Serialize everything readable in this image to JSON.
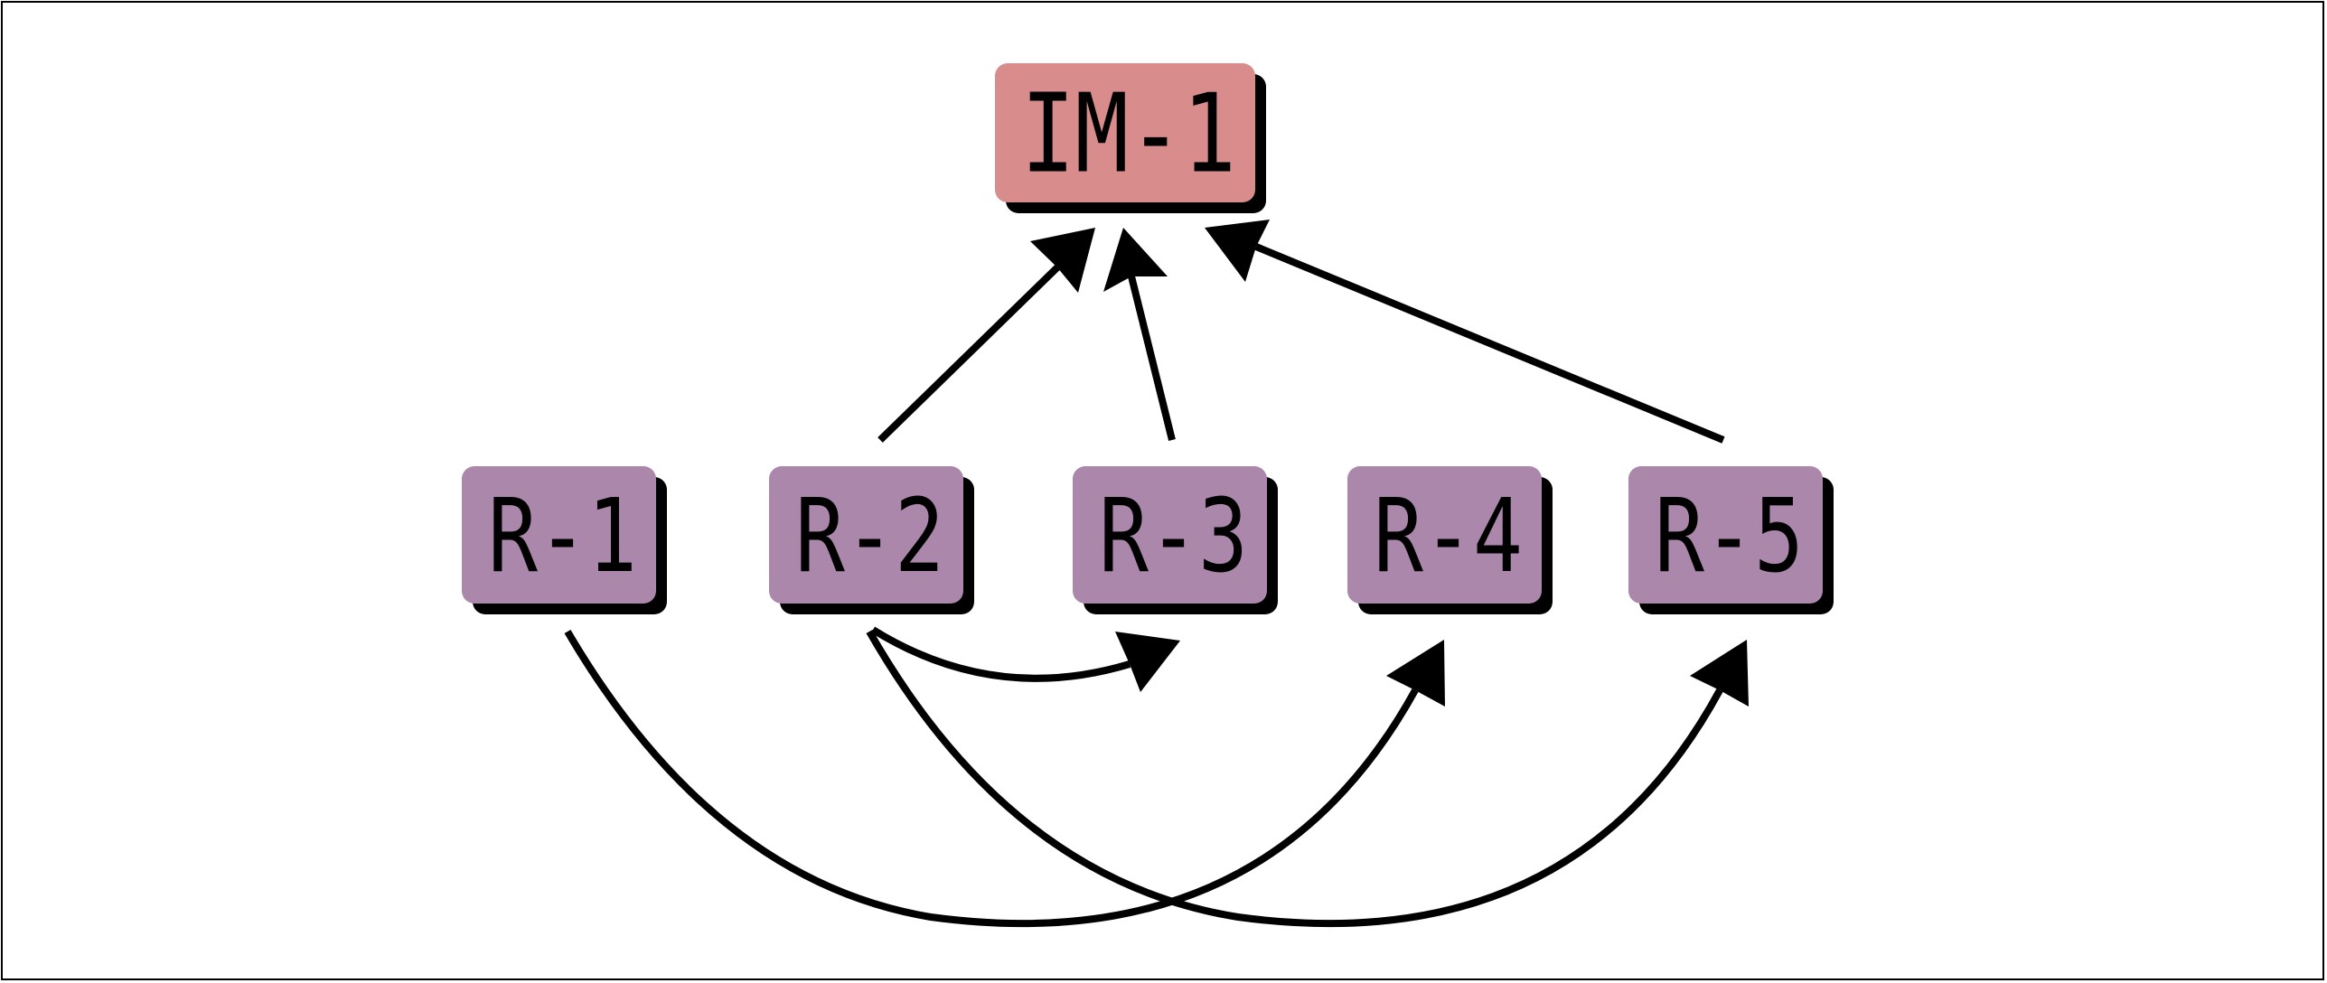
{
  "nodes": [
    {
      "id": "IM-1",
      "label": "IM-1",
      "color": "#d98c8c"
    },
    {
      "id": "R-1",
      "label": "R-1",
      "color": "#ab87ab"
    },
    {
      "id": "R-2",
      "label": "R-2",
      "color": "#ab87ab"
    },
    {
      "id": "R-3",
      "label": "R-3",
      "color": "#ab87ab"
    },
    {
      "id": "R-4",
      "label": "R-4",
      "color": "#ab87ab"
    },
    {
      "id": "R-5",
      "label": "R-5",
      "color": "#ab87ab"
    }
  ],
  "edges": [
    {
      "from": "R-2",
      "to": "IM-1"
    },
    {
      "from": "R-3",
      "to": "IM-1"
    },
    {
      "from": "R-5",
      "to": "IM-1"
    },
    {
      "from": "R-2",
      "to": "R-3"
    },
    {
      "from": "R-1",
      "to": "R-4"
    },
    {
      "from": "R-2",
      "to": "R-5"
    }
  ],
  "colors": {
    "shadow": "#000000",
    "edge": "#000000",
    "border": "#000000"
  }
}
